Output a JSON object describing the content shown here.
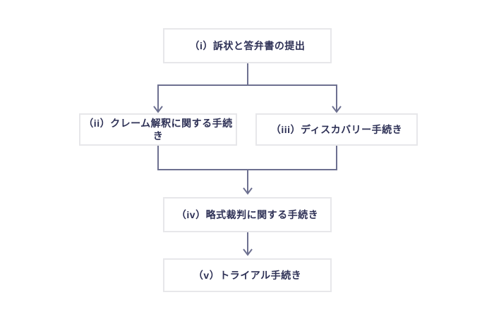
{
  "diagram": {
    "type": "flowchart",
    "direction": "top-down",
    "nodes": [
      {
        "id": "i",
        "label": "（i）訴状と答弁書の提出"
      },
      {
        "id": "ii",
        "label": "（ii）クレーム解釈に関する手続き"
      },
      {
        "id": "iii",
        "label": "（iii）ディスカバリー手続き"
      },
      {
        "id": "iv",
        "label": "（iv）略式裁判に関する手続き"
      },
      {
        "id": "v",
        "label": "（v）トライアル手続き"
      }
    ],
    "edges": [
      {
        "from": "i",
        "to": "ii"
      },
      {
        "from": "i",
        "to": "iii"
      },
      {
        "from": "ii",
        "to": "iv"
      },
      {
        "from": "iii",
        "to": "iv"
      },
      {
        "from": "iv",
        "to": "v"
      }
    ],
    "colors": {
      "connector": "#6d7090",
      "node_border": "#e7e7ea",
      "node_background": "#ffffff",
      "node_text": "#2e3156",
      "page_background": "#ffffff"
    }
  }
}
